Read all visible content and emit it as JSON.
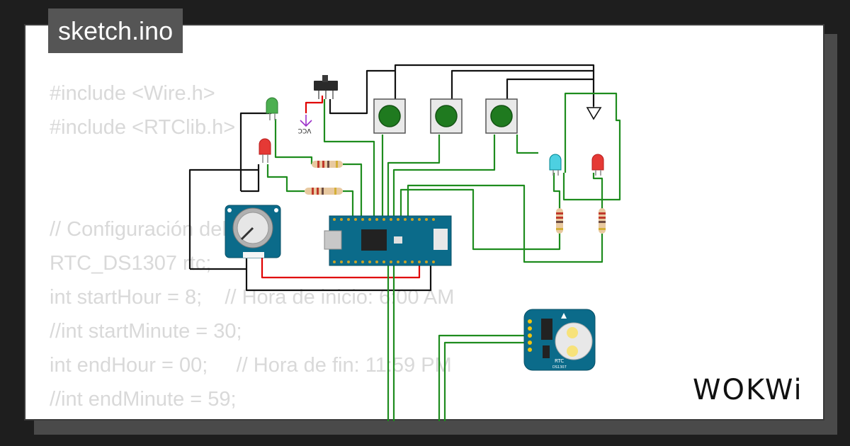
{
  "title": "sketch.ino",
  "logo": "WOKWi",
  "code_lines": [
    "#include <Wire.h>",
    "#include <RTClib.h>",
    "",
    "",
    "// Configuración del RTC",
    "RTC_DS1307 rtc;",
    "int startHour = 8;    // Hora de inicio: 6:00 AM",
    "//int startMinute = 30;",
    "int endHour = 00;     // Hora de fin: 11:59 PM",
    "//int endMinute = 59;"
  ],
  "components": {
    "vcc_label": "VCC",
    "rtc_label": "RTC",
    "rtc_chip": "DS1307"
  },
  "colors": {
    "wire_green": "#1e8c1e",
    "wire_black": "#111111",
    "wire_red": "#e00000",
    "board_blue": "#0b6b8a",
    "button_green": "#1f7a1f"
  }
}
